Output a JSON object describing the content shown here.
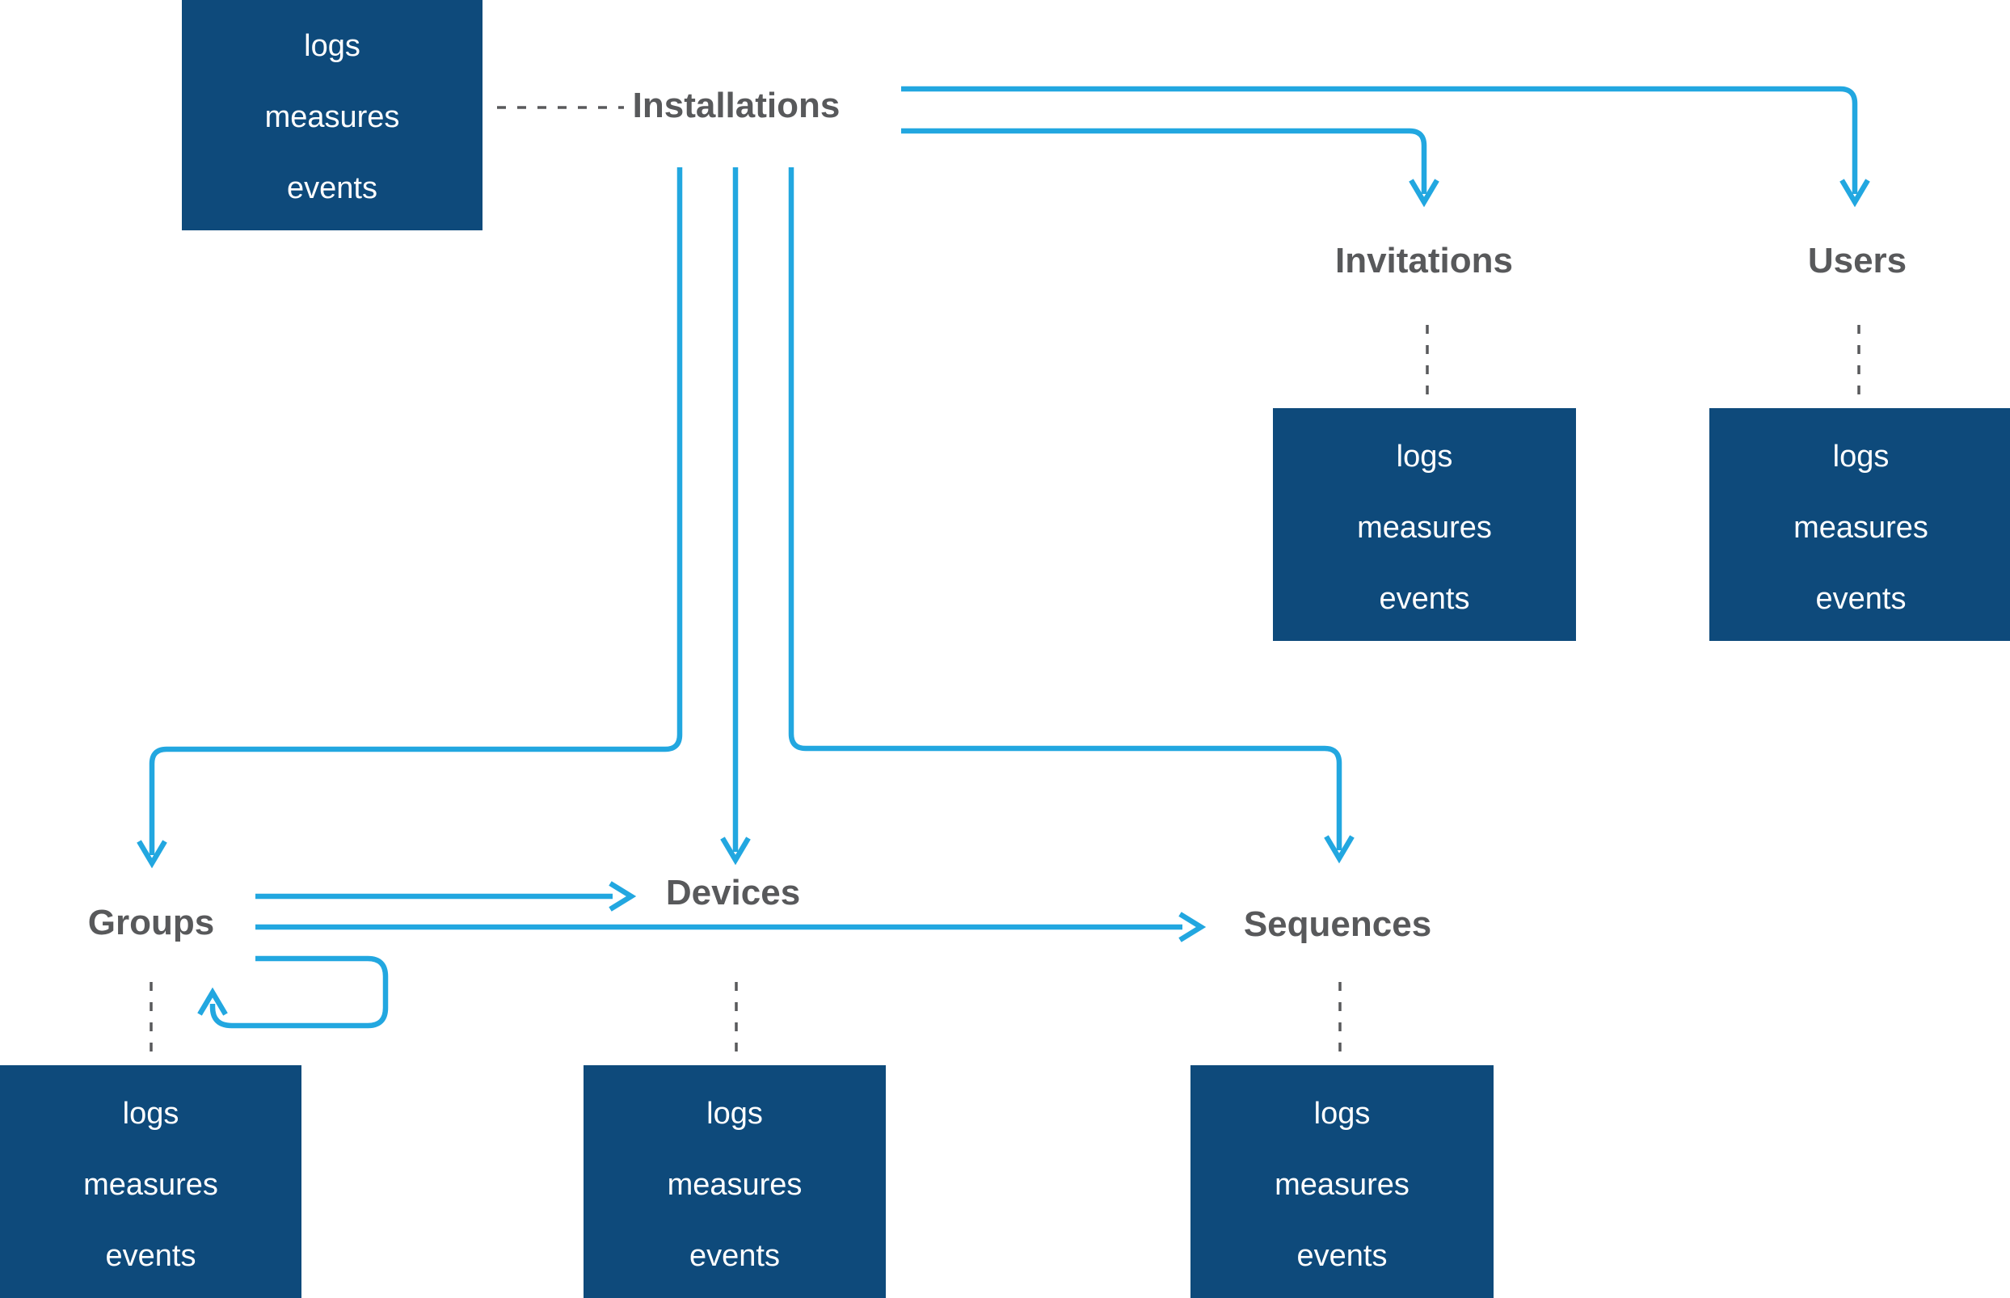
{
  "diagram": {
    "title": "",
    "nodes": {
      "installations": {
        "label": "Installations"
      },
      "invitations": {
        "label": "Invitations"
      },
      "users": {
        "label": "Users"
      },
      "groups": {
        "label": "Groups"
      },
      "devices": {
        "label": "Devices"
      },
      "sequences": {
        "label": "Sequences"
      }
    },
    "boxes": {
      "installations": {
        "rows": [
          "logs",
          "measures",
          "events"
        ]
      },
      "invitations": {
        "rows": [
          "logs",
          "measures",
          "events"
        ]
      },
      "users": {
        "rows": [
          "logs",
          "measures",
          "events"
        ]
      },
      "groups": {
        "rows": [
          "logs",
          "measures",
          "events"
        ]
      },
      "devices": {
        "rows": [
          "logs",
          "measures",
          "events"
        ]
      },
      "sequences": {
        "rows": [
          "logs",
          "measures",
          "events"
        ]
      }
    },
    "relations": [
      "Installations -> Users",
      "Installations -> Invitations",
      "Installations -> Groups",
      "Installations -> Devices",
      "Installations -> Sequences",
      "Groups -> Devices",
      "Groups -> Sequences",
      "Groups -> Groups (self loop)"
    ],
    "colors": {
      "box_fill": "#0E4A7B",
      "box_text": "#FFFFFF",
      "arrow_blue": "#22A7E0",
      "label_gray": "#58595B",
      "dash_gray": "#58595B",
      "background": "#FFFFFF"
    }
  }
}
